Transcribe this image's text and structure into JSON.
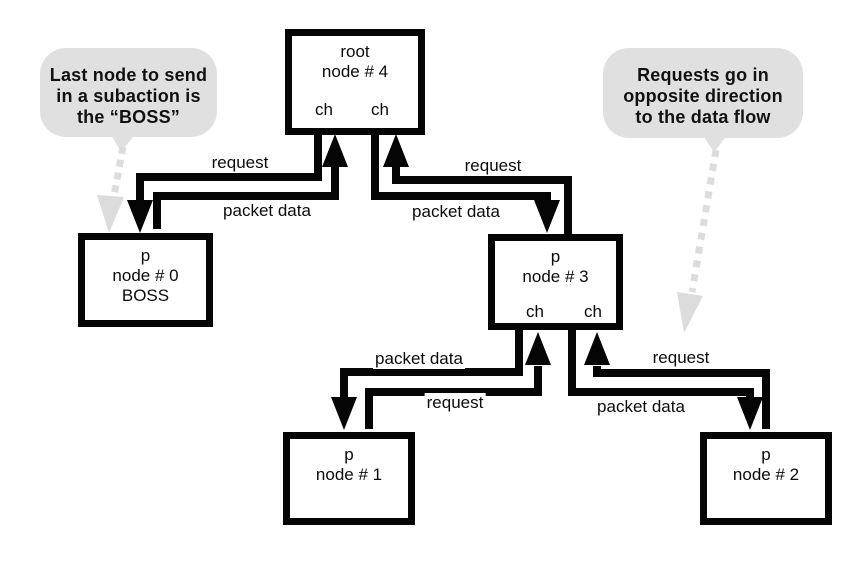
{
  "nodes": {
    "root": {
      "line1": "root",
      "line2": "node # 4",
      "ch_left": "ch",
      "ch_right": "ch"
    },
    "node0": {
      "line1": "p",
      "line2": "node # 0",
      "line3": "BOSS"
    },
    "node3": {
      "line1": "p",
      "line2": "node # 3",
      "ch_left": "ch",
      "ch_right": "ch"
    },
    "node1": {
      "line1": "p",
      "line2": "node # 1"
    },
    "node2": {
      "line1": "p",
      "line2": "node # 2"
    }
  },
  "links": [
    {
      "id": "root-to-node0",
      "label": "request"
    },
    {
      "id": "node0-to-root",
      "label": "packet data"
    },
    {
      "id": "node3-to-root",
      "label": "request"
    },
    {
      "id": "root-to-node3",
      "label": "packet data"
    },
    {
      "id": "node3-to-node1",
      "label": "packet data"
    },
    {
      "id": "node1-to-node3",
      "label": "request"
    },
    {
      "id": "node2-to-node3",
      "label": "request"
    },
    {
      "id": "node3-to-node2",
      "label": "packet data"
    }
  ],
  "callouts": {
    "left": {
      "lines": [
        "Last node to send",
        "in a subaction is",
        "the “BOSS”"
      ]
    },
    "right": {
      "lines": [
        "Requests go in",
        "opposite direction",
        "to the data flow"
      ]
    }
  },
  "colors": {
    "ink": "#050505",
    "callout_fill": "#e0e0e0",
    "dashed_arrow": "#dcdcdc",
    "background": "#ffffff"
  }
}
